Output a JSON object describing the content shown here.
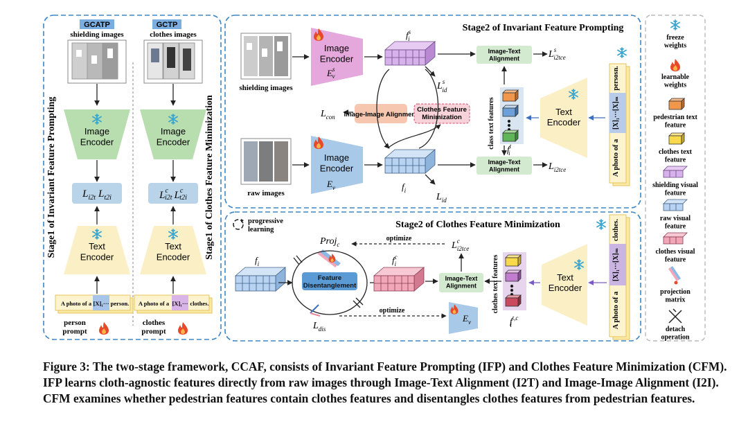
{
  "stage1": {
    "ifp_title": "Stage1 of Invariant Feature Prompting",
    "cfm_title": "Stage1 of Clothes Feature Minimization",
    "left": {
      "tag": "GCATP",
      "images_label": "shielding images",
      "encoder": "Image Encoder",
      "loss_a": "L",
      "loss_a_sub": "i2t",
      "loss_b": "L",
      "loss_b_sub": "t2i",
      "text_encoder": "Text Encoder",
      "prompt_text": "A photo of a",
      "prompt_token": "[X]₁···",
      "prompt_end": "person.",
      "prompt_label": "person prompt"
    },
    "right": {
      "tag": "GCTP",
      "images_label": "clothes images",
      "encoder": "Image Encoder",
      "loss_a": "L",
      "loss_a_sub": "i2t",
      "loss_a_sup": "c",
      "loss_b": "L",
      "loss_b_sub": "t2i",
      "loss_b_sup": "c",
      "text_encoder": "Text Encoder",
      "prompt_text": "A photo of a",
      "prompt_token": "[X]₁···",
      "prompt_end": "clothes.",
      "prompt_label": "clothes prompt"
    }
  },
  "ifp2": {
    "title": "Stage2 of Invariant Feature Prompting",
    "shielding_label": "shielding images",
    "raw_label": "raw images",
    "enc_top": "Image Encoder",
    "enc_top_sym": "E",
    "enc_top_sub": "v",
    "enc_top_sup": "s",
    "enc_bot": "Image Encoder",
    "enc_bot_sym": "E",
    "enc_bot_sub": "v",
    "f_top": "f",
    "f_top_sub": "i",
    "f_top_sup": "s",
    "f_bot": "f",
    "f_bot_sub": "i",
    "l_id_top": "L",
    "l_id_top_sub": "id",
    "l_id_top_sup": "s",
    "l_id_bot": "L",
    "l_id_bot_sub": "id",
    "l_con": "L",
    "l_con_sub": "con",
    "iia": "Image-Image Alignment",
    "cfm": "Clothes Feature Minimization",
    "ita_top": "Image-Text Alignment",
    "ita_bot": "Image-Text Alignment",
    "l_top": "L",
    "l_top_sub": "i2tce",
    "l_top_sup": "s",
    "l_bot": "L",
    "l_bot_sub": "i2tce",
    "class_text": "class text features",
    "ft": "f",
    "ft_sub": "i",
    "ft_sup": "t",
    "text_encoder": "Text Encoder",
    "prompt_a": "A photo of a",
    "prompt_b": "[X]₁···[X]ₘ",
    "prompt_c": "persosn."
  },
  "cfm2": {
    "title": "Stage2 of Clothes Feature Minimization",
    "progressive": "progressive learning",
    "proj": "Proj",
    "proj_sub": "c",
    "optimize_top": "optimize",
    "optimize_bot": "optimize",
    "l_top": "L",
    "l_top_sub": "i2tce",
    "l_top_sup": "c",
    "fi": "f",
    "fi_sub": "i",
    "fic": "f",
    "fic_sub": "i",
    "fic_sup": "c",
    "feat_dis": "Feature Disentanglement",
    "ita": "Image-Text Alignment",
    "l_dis": "L",
    "l_dis_sub": "dis",
    "ev": "E",
    "ev_sub": "v",
    "clothes_text": "clothes text features",
    "ftc": "f",
    "ftc_sub": "i",
    "ftc_sup": "t,c",
    "text_encoder": "Text Encoder",
    "prompt_a": "A photo of a",
    "prompt_b": "[X]₁···[X]ₘ",
    "prompt_c": "clothes."
  },
  "legend": {
    "freeze": "freeze weights",
    "learnable": "learnable weights",
    "ped_text": "pedestrian text feature",
    "clothes_text": "clothes text feature",
    "shield_vis": "shielding visual feature",
    "raw_vis": "raw visual feature",
    "clothes_vis": "clothes visual feature",
    "proj": "projection matrix",
    "detach": "detach operation"
  },
  "caption": "Figure 3: The two-stage framework, CCAF, consists of Invariant Feature Prompting (IFP) and Clothes Feature Minimization (CFM). IFP learns cloth-agnostic features directly from raw images through Image-Text Alignment (I2T) and Image-Image Alignment (I2I). CFM examines whether pedestrian features contain clothes features and disentangles clothes features from pedestrian features.",
  "colors": {
    "panel_border": "#3b86c6",
    "legend_border": "#b8b8b8",
    "encoder_green": "#b8deb0",
    "encoder_yellow": "#fbefc5",
    "encoder_pink": "#e5a8dc",
    "encoder_blue": "#a9c9e8",
    "loss_box": "#b9d3e9",
    "ita_box": "#d3ead0",
    "iia_box": "#f6c7ae",
    "cfm_box": "#f7d2d8",
    "fd_box": "#5b9bd5",
    "shield_cube": "#d7b2ea",
    "raw_cube": "#b7d3f1",
    "clothes_cube": "#f1a7b8",
    "ped_text": "#f0974c",
    "clothes_text": "#f8d94b",
    "flame": "#e8492a",
    "snow": "#3aa6d0"
  }
}
